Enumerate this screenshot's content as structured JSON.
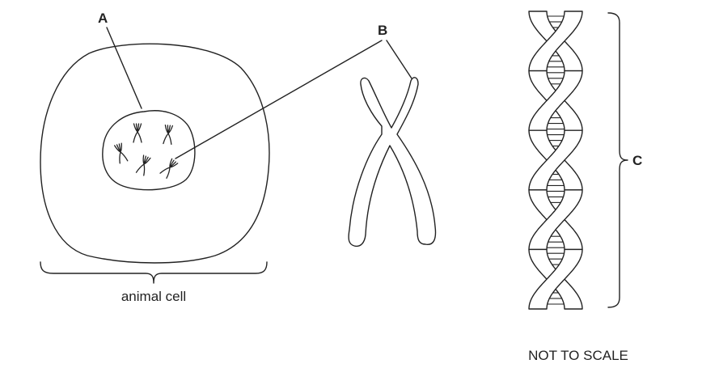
{
  "labels": {
    "a": "A",
    "b": "B",
    "c": "C",
    "animal_cell": "animal cell",
    "scale_note": "NOT TO SCALE"
  },
  "parts": {
    "nucleus_chromosome_count": 5,
    "dna_rung_count": 52
  }
}
